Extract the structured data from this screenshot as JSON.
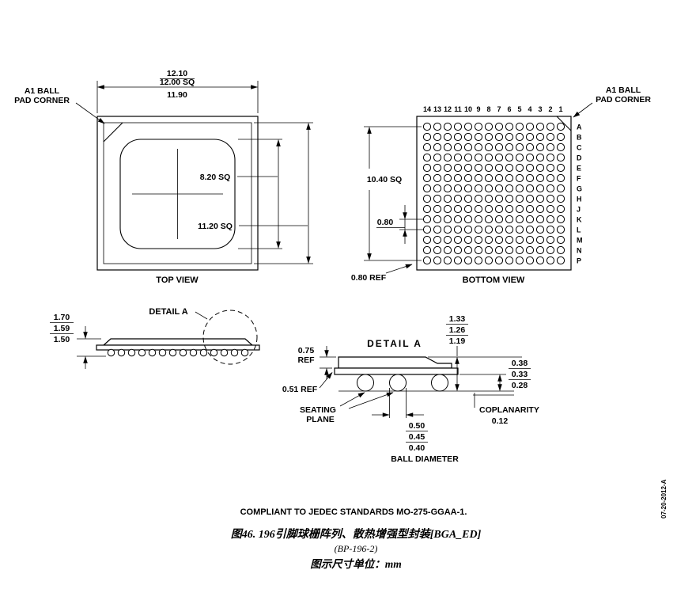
{
  "top_view": {
    "view_label": "TOP VIEW",
    "a1_label": [
      "A1 BALL",
      "PAD CORNER"
    ],
    "width_stack": [
      "12.10",
      "12.00 SQ",
      "11.90"
    ],
    "lid_top_dim": "8.20 SQ",
    "lid_dim": "11.20 SQ"
  },
  "bottom_view": {
    "view_label": "BOTTOM VIEW",
    "a1_label": [
      "A1 BALL",
      "PAD CORNER"
    ],
    "col_labels": [
      "14",
      "13",
      "12",
      "11",
      "10",
      "9",
      "8",
      "7",
      "6",
      "5",
      "4",
      "3",
      "2",
      "1"
    ],
    "row_labels": [
      "A",
      "B",
      "C",
      "D",
      "E",
      "F",
      "G",
      "H",
      "J",
      "K",
      "L",
      "M",
      "N",
      "P"
    ],
    "ball_field_dim": "10.40 SQ",
    "pitch_dim": "0.80",
    "edge_dim": "0.80 REF"
  },
  "side_view": {
    "height_stack": [
      "1.70",
      "1.59",
      "1.50"
    ],
    "detail_callout": "DETAIL A"
  },
  "detail_a": {
    "title": "DETAIL A",
    "lid_thickness": [
      "0.75",
      "REF"
    ],
    "substrate_thickness": "0.51 REF",
    "body_height_stack": [
      "1.33",
      "1.26",
      "1.19"
    ],
    "standoff_stack": [
      "0.38",
      "0.33",
      "0.28"
    ],
    "seating_plane": [
      "SEATING",
      "PLANE"
    ],
    "coplanarity": [
      "COPLANARITY",
      "0.12"
    ],
    "ball_diameter_stack": [
      "0.50",
      "0.45",
      "0.40"
    ],
    "ball_diameter_label": "BALL DIAMETER"
  },
  "footer": {
    "jedec_note": "COMPLIANT TO JEDEC STANDARDS MO-275-GGAA-1.",
    "figure_caption": "图46. 196引脚球栅阵列、散热增强型封装[BGA_ED]",
    "package_code": "(BP-196-2)",
    "units_note": "图示尺寸单位：mm"
  },
  "revision_code": "07-20-2012-A",
  "colors": {
    "caption_blue": "#1c5da8",
    "ink": "#000000"
  }
}
